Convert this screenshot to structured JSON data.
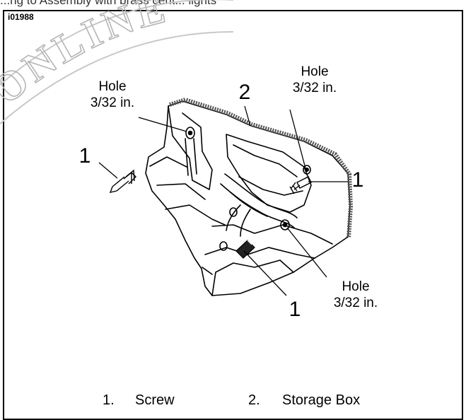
{
  "top_caption": "...ng to Assembly with brass cent... lights",
  "figure_id": "i01988",
  "watermark": "ONLINE",
  "callouts": {
    "hole_left": [
      "Hole",
      "3/32 in."
    ],
    "hole_top_right": [
      "Hole",
      "3/32 in."
    ],
    "hole_bottom_right": [
      "Hole",
      "3/32 in."
    ],
    "num_left": "1",
    "num_top": "2",
    "num_right": "1",
    "num_bottom": "1"
  },
  "legend": {
    "items": [
      {
        "number": "1.",
        "label": "Screw"
      },
      {
        "number": "2.",
        "label": "Storage Box"
      }
    ]
  },
  "colors": {
    "line": "#000000",
    "gasket": "#555555",
    "watermark": "#b0b0b0"
  }
}
